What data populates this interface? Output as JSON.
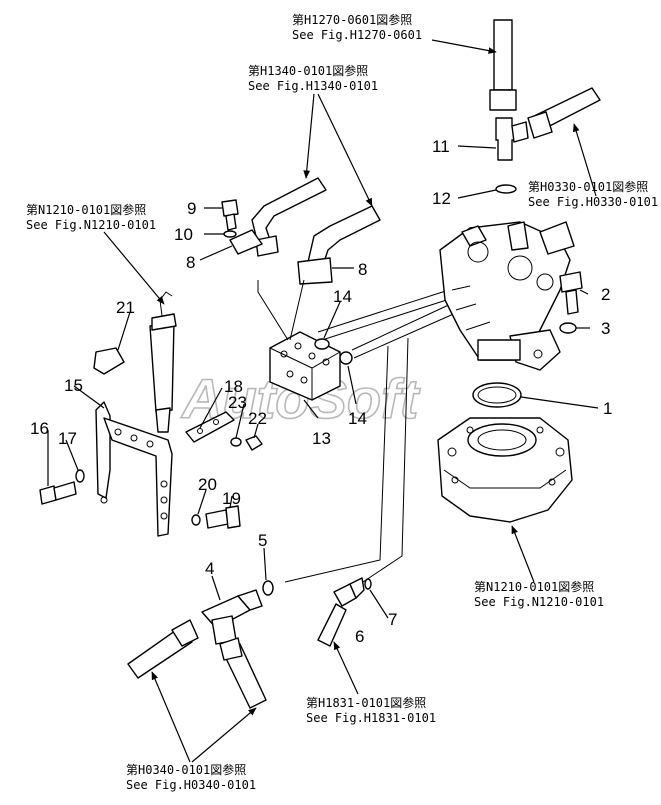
{
  "watermark": "AutoSoft",
  "references": [
    {
      "id": "h1270",
      "jp": "第H1270-0601図参照",
      "en": "See Fig.H1270-0601"
    },
    {
      "id": "h1340",
      "jp": "第H1340-0101図参照",
      "en": "See Fig.H1340-0101"
    },
    {
      "id": "n1210a",
      "jp": "第N1210-0101図参照",
      "en": "See Fig.N1210-0101"
    },
    {
      "id": "h0330",
      "jp": "第H0330-0101図参照",
      "en": "See Fig.H0330-0101"
    },
    {
      "id": "n1210b",
      "jp": "第N1210-0101図参照",
      "en": "See Fig.N1210-0101"
    },
    {
      "id": "h1831",
      "jp": "第H1831-0101図参照",
      "en": "See Fig.H1831-0101"
    },
    {
      "id": "h0340",
      "jp": "第H0340-0101図参照",
      "en": "See Fig.H0340-0101"
    }
  ],
  "part_numbers": {
    "p1": "1",
    "p2": "2",
    "p3": "3",
    "p4": "4",
    "p5": "5",
    "p6": "6",
    "p7": "7",
    "p8a": "8",
    "p8b": "8",
    "p9": "9",
    "p10": "10",
    "p11": "11",
    "p12": "12",
    "p13": "13",
    "p14a": "14",
    "p14b": "14",
    "p15": "15",
    "p16": "16",
    "p17": "17",
    "p18": "18",
    "p19": "19",
    "p20": "20",
    "p21": "21",
    "p22": "22",
    "p23": "23"
  }
}
